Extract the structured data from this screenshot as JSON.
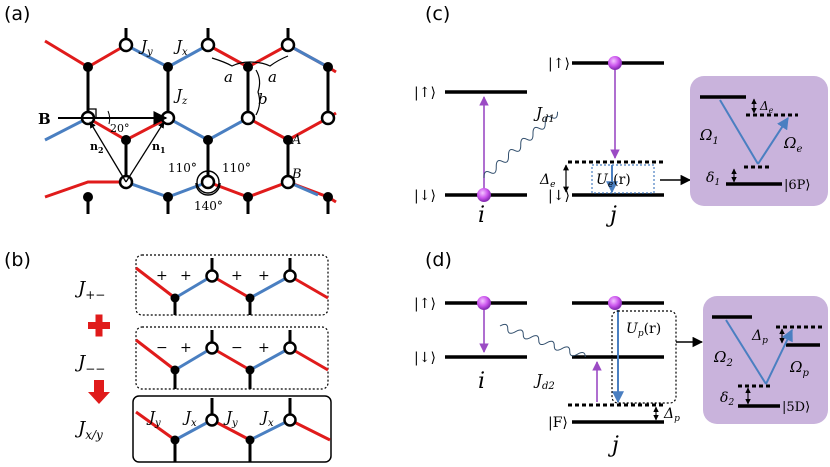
{
  "panels": {
    "a": "(a)",
    "b": "(b)",
    "c": "(c)",
    "d": "(d)"
  },
  "panel_a": {
    "Jy": "J",
    "Jy_sub": "y",
    "Jx": "J",
    "Jx_sub": "x",
    "Jz": "J",
    "Jz_sub": "z",
    "a1": "a",
    "a2": "a",
    "b_len": "b",
    "B": "B",
    "angle20": "20°",
    "n2": "n",
    "n2_sub": "2",
    "n1": "n",
    "n1_sub": "1",
    "A": "A",
    "Bsite": "B",
    "ang110_l": "110°",
    "ang110_r": "110°",
    "ang140": "140°"
  },
  "panel_b": {
    "Jpm": "J",
    "Jpm_sub": "+−",
    "Jmm": "J",
    "Jmm_sub": "−−",
    "Jxy": "J",
    "Jxy_sub": "x/y",
    "row1_signs": [
      "+",
      "+",
      "+",
      "+"
    ],
    "row2_signs": [
      "−",
      "+",
      "−",
      "+"
    ],
    "row3_labels": [
      {
        "t": "J",
        "s": "y"
      },
      {
        "t": "J",
        "s": "x"
      },
      {
        "t": "J",
        "s": "y"
      },
      {
        "t": "J",
        "s": "x"
      }
    ]
  },
  "panel_c": {
    "up_i": "|↑⟩",
    "down_i": "|↓⟩",
    "up_j": "|↑⟩",
    "down_j": "|↓⟩",
    "Jd1": "J",
    "Jd1_sub": "d1",
    "Delta_e": "Δ",
    "Delta_e_sub": "e",
    "Ue": "U",
    "Ue_sub": "e",
    "Ue_arg": "(r)",
    "i": "i",
    "j": "j",
    "box_Delta_e": "Δ",
    "box_Delta_e_sub": "e",
    "Omega1": "Ω",
    "Omega1_sub": "1",
    "Omega_e": "Ω",
    "Omega_e_sub": "e",
    "delta1": "δ",
    "delta1_sub": "1",
    "state6P": "|6P⟩"
  },
  "panel_d": {
    "up_i": "|↑⟩",
    "down_i": "|↓⟩",
    "Up": "U",
    "Up_sub": "p",
    "Up_arg": "(r)",
    "Jd2": "J",
    "Jd2_sub": "d2",
    "i": "i",
    "j": "j",
    "F": "|F⟩",
    "Delta_p": "Δ",
    "Delta_p_sub": "p",
    "box_Delta_p": "Δ",
    "box_Delta_p_sub": "p",
    "Omega2": "Ω",
    "Omega2_sub": "2",
    "Omega_p": "Ω",
    "Omega_p_sub": "p",
    "delta2": "δ",
    "delta2_sub": "2",
    "state5D": "|5D⟩"
  },
  "colors": {
    "red_bond": "#e01b1b",
    "blue_bond": "#4a7fc1",
    "purple_atom": "#cc55ee",
    "box_fill": "#c9b3dc",
    "plus_sign": "#e01b1b"
  }
}
